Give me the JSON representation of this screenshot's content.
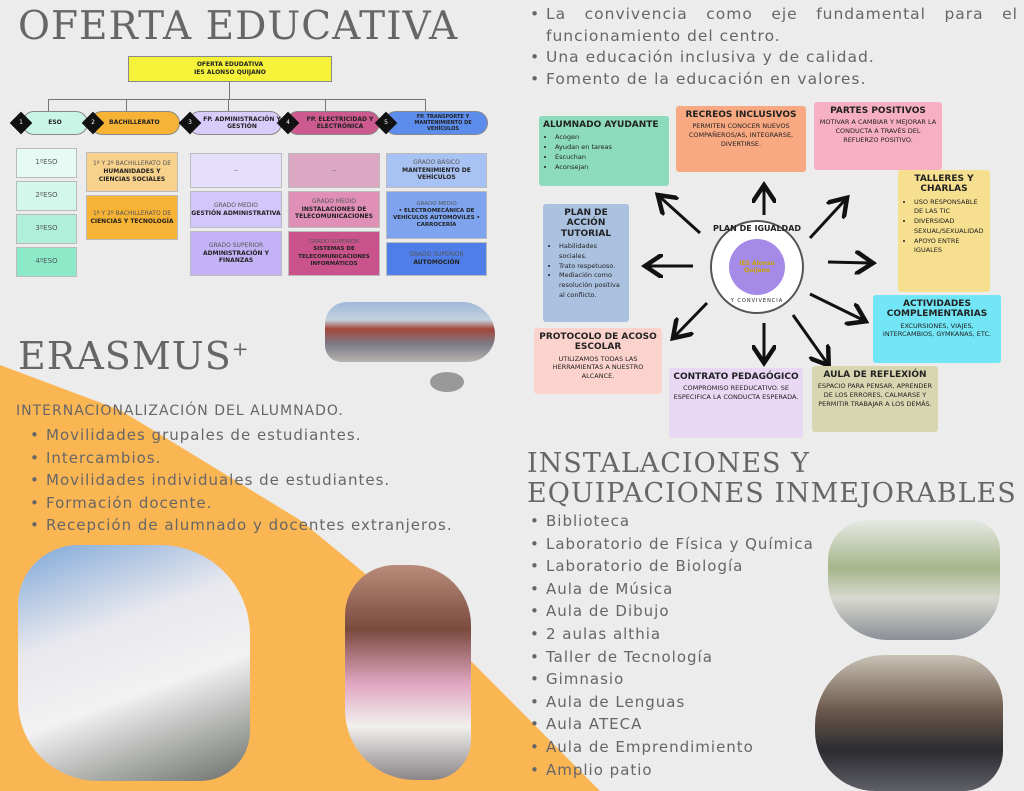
{
  "oferta": {
    "title": "OFERTA EDUCATIVA",
    "chart_title": "OFERTA EDUDATIVA",
    "chart_subtitle": "IES ALONSO QUIJANO",
    "branches": [
      {
        "num": "1",
        "label": "ESO",
        "items": [
          "1ºESO",
          "2ºESO",
          "3ºESO",
          "4ºESO"
        ]
      },
      {
        "num": "2",
        "label": "BACHILLERATO",
        "items": [
          {
            "pre": "1º Y 2º BACHILLERATO DE",
            "main": "HUMANIDADES Y CIENCIAS SOCIALES"
          },
          {
            "pre": "1º Y 2º BACHILLERATO DE",
            "main": "CIENCIAS Y TECNOLOGÍA"
          }
        ]
      },
      {
        "num": "3",
        "label": "FP. ADMINISTRACIÓN Y GESTIÓN",
        "items": [
          {
            "pre": "--",
            "main": ""
          },
          {
            "pre": "GRADO MEDIO",
            "main": "GESTIÓN ADMINISTRATIVA"
          },
          {
            "pre": "GRADO SUPERIOR",
            "main": "ADMINISTRACIÓN Y FINANZAS"
          }
        ]
      },
      {
        "num": "4",
        "label": "FP. ELECTRICIDAD Y ELECTRÓNICA",
        "items": [
          {
            "pre": "--",
            "main": ""
          },
          {
            "pre": "GRADO MEDIO",
            "main": "INSTALACIONES DE TELECOMUNICACIONES"
          },
          {
            "pre": "GRADO SUPERIOR",
            "main": "SISTEMAS DE TELECOMUNICACIONES INFORMÁTICOS"
          }
        ]
      },
      {
        "num": "5",
        "label": "FP. TRANSPORTE Y MANTENIMIENTO DE VEHÍCULOS",
        "items": [
          {
            "pre": "GRADO BÁSICO",
            "main": "MANTENIMIENTO DE VEHÍCULOS"
          },
          {
            "pre": "GRADO MEDIO",
            "main": "• ELECTROMECÁNICA DE VEHÍCULOS AUTOMÓVILES • CARROCERÍA"
          },
          {
            "pre": "GRADO SUPERIOR",
            "main": "AUTOMOCIÓN"
          }
        ]
      }
    ]
  },
  "values": [
    "La convivencia como eje fundamental para el funcionamiento del centro.",
    "Una educación inclusiva y de calidad.",
    "Fomento de la educación en valores."
  ],
  "plan": {
    "center_top": "PLAN DE IGUALDAD",
    "center_bottom": "Y CONVIVENCIA",
    "logo": "IES Alonso Quijano",
    "cards": {
      "ayudante": {
        "title": "ALUMNADO AYUDANTE",
        "items": [
          "Acogen",
          "Ayudan en tareas",
          "Escuchan",
          "Aconsejan"
        ]
      },
      "recreos": {
        "title": "RECREOS INCLUSIVOS",
        "desc": "PERMITEN CONOCER NUEVOS COMPAÑEROS/AS, INTEGRARSE, DIVERTIRSE."
      },
      "partes": {
        "title": "PARTES POSITIVOS",
        "desc": "MOTIVAR A CAMBIAR Y MEJORAR LA CONDUCTA A TRAVÉS DEL REFUERZO POSITIVO."
      },
      "talleres": {
        "title": "TALLERES Y CHARLAS",
        "items": [
          "USO RESPONSABLE DE LAS TIC",
          "DIVERSIDAD SEXUAL/SEXUALIDAD",
          "APOYO ENTRE IGUALES"
        ]
      },
      "pat": {
        "title": "PLAN DE ACCIÓN TUTORIAL",
        "items": [
          "Habilidades sociales.",
          "Trato respetuoso.",
          "Mediación como resolución positiva al conflicto."
        ]
      },
      "actividades": {
        "title": "ACTIVIDADES COMPLEMENTARIAS",
        "desc": "EXCURSIONES, VIAJES, INTERCAMBIOS, GYMKANAS, ETC."
      },
      "protocolo": {
        "title": "PROTOCOLO DE ACOSO ESCOLAR",
        "desc": "UTILIZAMOS TODAS LAS HERRAMIENTAS A NUESTRO ALCANCE."
      },
      "contrato": {
        "title": "CONTRATO PEDAGÓGICO",
        "desc": "COMPROMISO REEDUCATIVO. SE ESPECIFICA LA CONDUCTA ESPERADA."
      },
      "reflexion": {
        "title": "AULA DE REFLEXIÓN",
        "desc": "ESPACIO PARA PENSAR, APRENDER DE LOS ERRORES, CALMARSE Y PERMITIR TRABAJAR A LOS DEMÁS."
      }
    }
  },
  "erasmus": {
    "title": "ERASMUS",
    "plus": "+",
    "subtitle": "INTERNACIONALIZACIÓN DEL ALUMNADO.",
    "items": [
      "Movilidades grupales de estudiantes.",
      "Intercambios.",
      "Movilidades individuales de estudiantes.",
      "Formación docente.",
      "Recepción de alumnado y docentes extranjeros."
    ]
  },
  "instalaciones": {
    "title_1": "INSTALACIONES Y",
    "title_2": "EQUIPACIONES INMEJORABLES",
    "items": [
      "Biblioteca",
      "Laboratorio de Física y Química",
      "Laboratorio de Biología",
      "Aula de Música",
      "Aula de Dibujo",
      "2 aulas althia",
      "Taller de Tecnología",
      "Gimnasio",
      "Aula de Lenguas",
      "Aula ATECA",
      "Aula de Emprendimiento",
      "Amplio patio"
    ]
  },
  "colors": {
    "orange": "#fbb654",
    "eso": "#c9f5e6",
    "bach": "#f7b335",
    "admin": "#c9b8f7",
    "elec": "#cc5a8f",
    "trans": "#5c8cec",
    "title": "#666666"
  }
}
